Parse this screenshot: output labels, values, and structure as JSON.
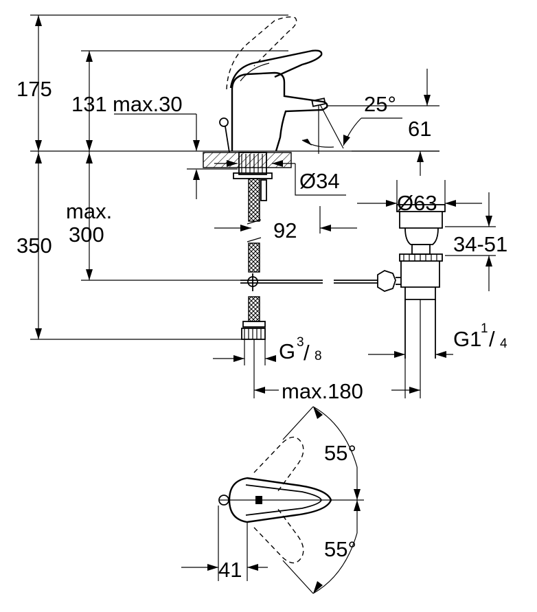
{
  "dimensions": {
    "height_total": "175",
    "height_spout": "131",
    "max_thickness": "max.30",
    "angle_spout": "25°",
    "spout_reach": "61",
    "hole_diameter": "Ø34",
    "drain_diameter": "Ø63",
    "below_max_line1": "max.",
    "below_max_line2": "300",
    "below_total": "350",
    "spout_offset": "92",
    "drain_range": "34-51",
    "supply_thread": "G",
    "supply_thread_num": "3",
    "supply_thread_den": "8",
    "drain_thread": "G1",
    "drain_thread_num": "1",
    "drain_thread_den": "4",
    "max_distance": "max.180",
    "lever_angle_top": "55°",
    "lever_angle_bottom": "55°",
    "lever_offset": "41"
  }
}
